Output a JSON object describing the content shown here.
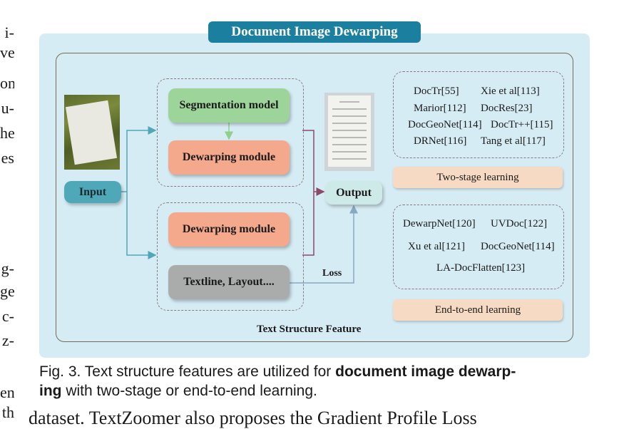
{
  "left_fragments": [
    "i-",
    "ve",
    "on",
    "u-",
    "he",
    "es",
    "",
    "",
    "",
    "g-",
    "ge",
    "c-",
    "z-",
    "",
    "en",
    "th"
  ],
  "figure": {
    "title": "Document Image Dewarping",
    "input_label": "Input",
    "output_label": "Output",
    "segmentation_label": "Segmentation model",
    "dewarping_label_1": "Dewarping module",
    "dewarping_label_2": "Dewarping module",
    "textline_label": "Textline, Layout....",
    "loss_label": "Loss",
    "structure_label": "Text Structure Feature",
    "two_stage_refs": [
      "DocTr[55]",
      "Xie et al[113]",
      "Marior[112]",
      "DocRes[23]",
      "DocGeoNet[114]",
      "DocTr++[115]",
      "DRNet[116]",
      "Tang et al[117]"
    ],
    "two_stage_label": "Two-stage learning",
    "e2e_refs": [
      "DewarpNet[120]",
      "UVDoc[122]",
      "Xu et al[121]",
      "DocGeoNet[114]",
      "LA-DocFlatten[123]"
    ],
    "e2e_label": "End-to-end learning"
  },
  "caption": {
    "prefix": "Fig. 3. Text structure features are utilized for ",
    "bold1": "document image dewarp-",
    "bold2": "ing",
    "suffix": " with two-stage or end-to-end learning."
  },
  "bottom_fragment": "dataset. TextZoomer also proposes the Gradient Profile Loss"
}
